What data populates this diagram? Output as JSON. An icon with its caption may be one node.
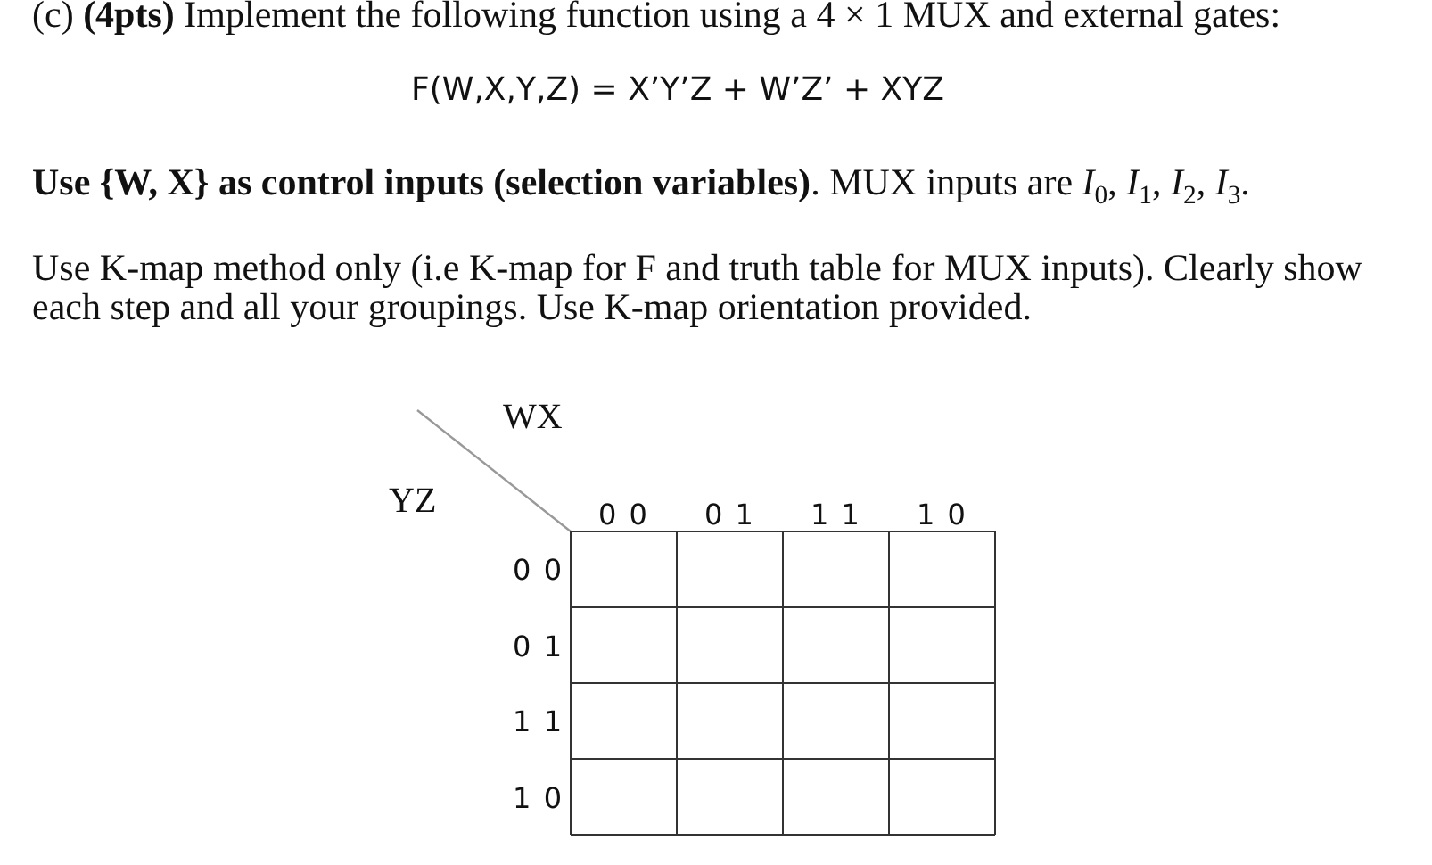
{
  "diagram": {
    "labels": [
      "(c) **(4pts)** Implement the following function using a 4 × 1 MUX and external gates:",
      "F(W,X,Y,Z) = X’Y’Z + W’Z’ + XYZ",
      "**Use {W, X} as control inputs (selection variables)**. MUX inputs are *I*$_{0}$, *I*$_{1}$, *I*$_{2}$, *I*$_{3}$.",
      "Use K-map method only (i.e K-map for F and truth table for MUX inputs). Clearly show each step and all your groupings. Use K-map orientation provided.",
      "WX",
      "YZ",
      "0 0",
      "0 1",
      "1 1",
      "1 0",
      "0 0",
      "0 1",
      "1 1",
      "1 0"
    ]
  }
}
